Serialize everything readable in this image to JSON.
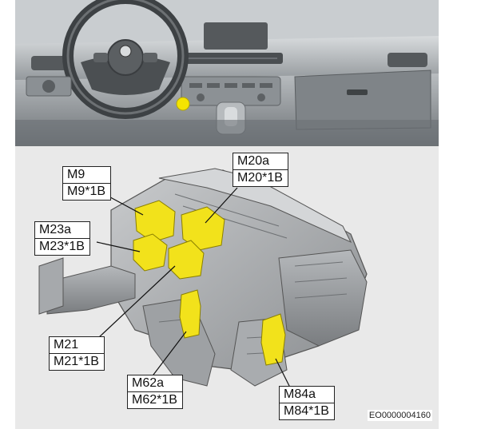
{
  "labels": {
    "m9": {
      "line1": "M9",
      "line2": "M9*1B"
    },
    "m20": {
      "line1": "M20a",
      "line2": "M20*1B"
    },
    "m23": {
      "line1": "M23a",
      "line2": "M23*1B"
    },
    "m21": {
      "line1": "M21",
      "line2": "M21*1B"
    },
    "m62": {
      "line1": "M62a",
      "line2": "M62*1B"
    },
    "m84": {
      "line1": "M84a",
      "line2": "M84*1B"
    }
  },
  "figure_code": "EO0000004160",
  "colors": {
    "component_highlight": "#f2e21b",
    "location_marker": "#f5e400"
  }
}
